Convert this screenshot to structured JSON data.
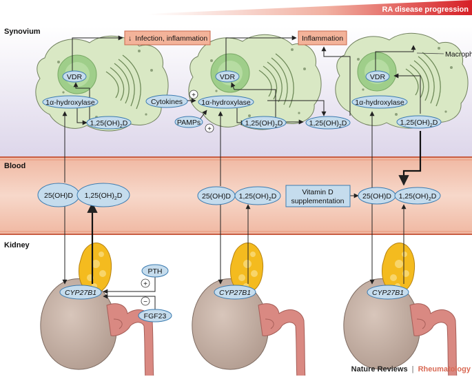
{
  "progression_label": "RA disease progression",
  "sections": {
    "synovium": "Synovium",
    "blood": "Blood",
    "kidney": "Kidney"
  },
  "labels": {
    "infection": "Infection, inflammation",
    "infection_arrow": "↓",
    "inflammation": "Inflammation",
    "macrophage": "Macrophage",
    "vdr": "VDR",
    "hydroxylase": "1α-hydroxylase",
    "cytokines": "Cytokines",
    "pamps": "PAMPs",
    "plus": "+",
    "minus": "−",
    "calcitriol_main": "1,25(OH)",
    "calcitriol_sub": "2",
    "calcitriol_end": "D",
    "calcidiol": "25(OH)D",
    "vitd_line1": "Vitamin D",
    "vitd_line2": "supplementation",
    "cyp": "CYP27B1",
    "pth": "PTH",
    "fgf23": "FGF23",
    "credit_journal": "Nature Reviews",
    "credit_sep": "|",
    "credit_topic": "Rheumatology"
  },
  "colors": {
    "synovium_band": "#e9e5f1",
    "blood_band": "#f3cdbd",
    "cell": "#d9e8c4",
    "nucleus": "#9fce8a",
    "ellipse": "#c5dced",
    "red_box": "#f3b39a",
    "kidney": "#c5b0a4",
    "adrenal": "#f4bb1f",
    "ureter": "#d98982",
    "accent": "#d92b2b"
  }
}
